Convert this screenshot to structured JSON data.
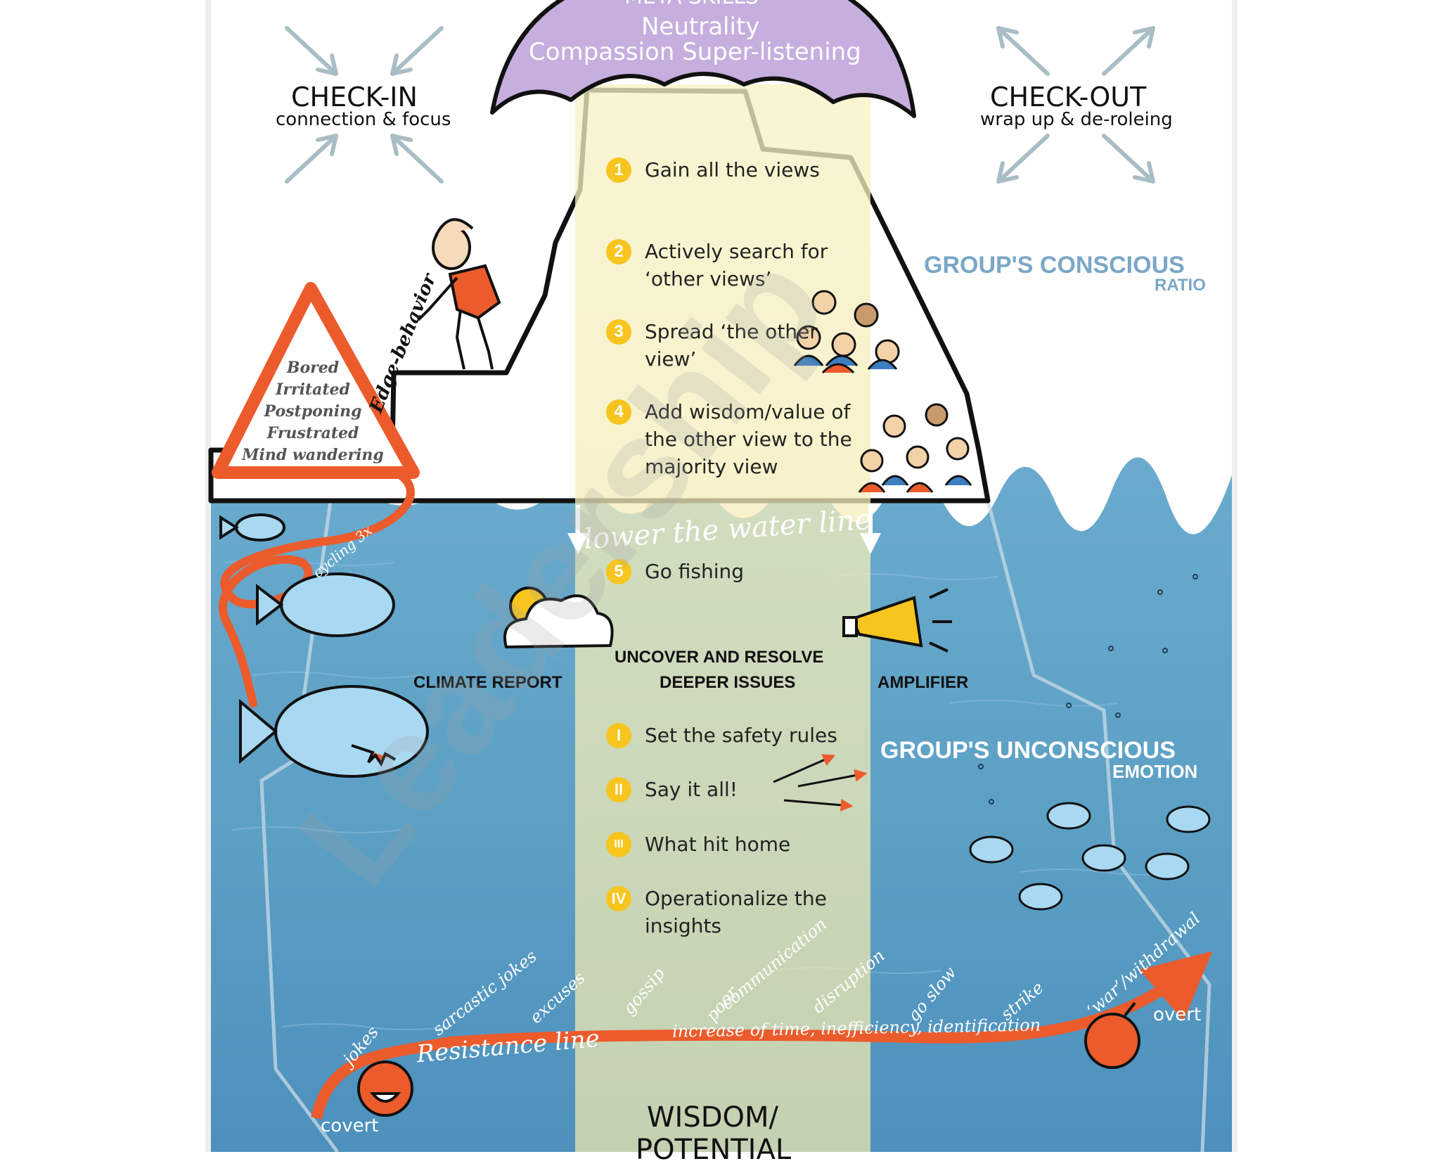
{
  "values_header": {
    "cut": "META SKILLS",
    "line1": "Neutrality",
    "line2": "Compassion  Super-listening"
  },
  "check_in": {
    "title": "CHECK-IN",
    "subtitle": "connection & focus"
  },
  "check_out": {
    "title": "CHECK-OUT",
    "subtitle": "wrap up & de-roleing"
  },
  "conscious": {
    "title": "GROUP'S CONSCIOUS",
    "subtitle": "RATIO"
  },
  "unconscious": {
    "title": "GROUP'S UNCONSCIOUS",
    "subtitle": "EMOTION"
  },
  "warning_sign": {
    "items": [
      "Bored",
      "Irritated",
      "Postponing",
      "Frustrated",
      "Mind wandering"
    ]
  },
  "edge_behavior": "Edge-behavior",
  "cycling": "cycling 3x",
  "lower_water_line": "lower the water line",
  "steps_above": [
    {
      "badge": "1",
      "text": "Gain all the views"
    },
    {
      "badge": "2",
      "text": "Actively search for ‘other views’"
    },
    {
      "badge": "3",
      "text": "Spread ‘the other view’"
    },
    {
      "badge": "4",
      "text": "Add wisdom/value of the other view to the majority view"
    }
  ],
  "step_fishing": {
    "badge": "5",
    "text": "Go fishing"
  },
  "tools": {
    "climate": "CLIMATE REPORT",
    "amplifier": "AMPLIFIER",
    "uncover_1": "UNCOVER AND RESOLVE",
    "uncover_2": "DEEPER ISSUES"
  },
  "steps_below": [
    {
      "badge": "I",
      "text": "Set the safety rules"
    },
    {
      "badge": "II",
      "text": "Say it all!"
    },
    {
      "badge": "III",
      "text": "What hit home"
    },
    {
      "badge": "IV",
      "text": "Operationalize the insights"
    }
  ],
  "resistance": {
    "line_label": "Resistance line",
    "increase": "increase of time, inefficiency, identification",
    "covert": "covert",
    "overt": "overt",
    "behaviors": [
      "jokes",
      "sarcastic jokes",
      "excuses",
      "gossip",
      "poor",
      "communication",
      "disruption",
      "go slow",
      "strike",
      "‘war’/withdrawal"
    ]
  },
  "wisdom": {
    "line1": "WISDOM/",
    "line2": "POTENTIAL"
  },
  "watermark": "Leadership",
  "colors": {
    "orange": "#ec5b2c",
    "yellow": "#f7c51e",
    "purple": "#c6aede",
    "teal": "#5ea0c4",
    "sea": "#5b9fc4",
    "sea_deep": "#3e86b5",
    "fish": "#a9d8f2",
    "beam": "#f4eeb5",
    "conscious_label": "#7aa7c7"
  },
  "icons": [
    "umbrella-icon",
    "climber-icon",
    "warning-triangle-icon",
    "fish-icon",
    "sun-cloud-icon",
    "megaphone-icon",
    "arrow-icon",
    "bomb-emoji-icon",
    "crying-laugh-emoji-icon",
    "crowd-icon"
  ]
}
